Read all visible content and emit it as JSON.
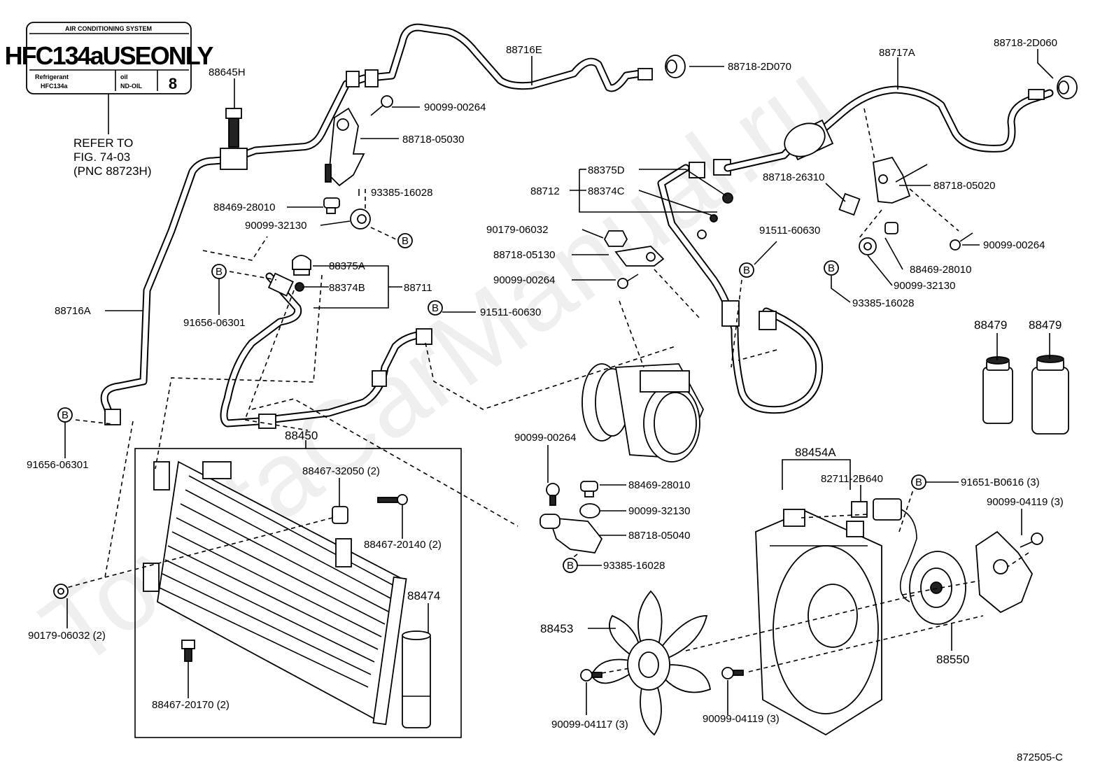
{
  "figure_code": "872505-C",
  "watermark": "ToyotaCarManual.ru",
  "label_card": {
    "header": "AIR CONDITIONING SYSTEM",
    "main": "HFC134aUSEONLY",
    "refrigerant_label": "Refrigerant",
    "refrigerant_value": "HFC134a",
    "oil_label": "oil",
    "oil_value": "ND-OIL",
    "oil_number": "8"
  },
  "refer_note": {
    "line1": "REFER TO",
    "line2": "FIG. 74-03",
    "line3": "(PNC 88723H)"
  },
  "callouts": {
    "p88645H": "88645H",
    "p88716E": "88716E",
    "p88718_2D070": "88718-2D070",
    "p88717A": "88717A",
    "p88718_2D060": "88718-2D060",
    "p90099_00264_a": "90099-00264",
    "p88718_05030": "88718-05030",
    "p88375D": "88375D",
    "p88712": "88712",
    "p88374C": "88374C",
    "p88718_26310": "88718-26310",
    "p88718_05020": "88718-05020",
    "p93385_16028_a": "93385-16028",
    "p88469_28010_a": "88469-28010",
    "p90099_32130_a": "90099-32130",
    "p90179_06032_a": "90179-06032",
    "p91511_60630_a": "91511-60630",
    "p90099_00264_b": "90099-00264",
    "p88718_05130": "88718-05130",
    "p88469_28010_b": "88469-28010",
    "p90099_32130_b": "90099-32130",
    "p93385_16028_b": "93385-16028",
    "p90099_00264_c": "90099-00264",
    "p88375A": "88375A",
    "p88374B": "88374B",
    "p88711": "88711",
    "p88716A": "88716A",
    "p91656_06301_a": "91656-06301",
    "p91511_60630_b": "91511-60630",
    "p88479_a": "88479",
    "p88479_b": "88479",
    "p91656_06301_b": "91656-06301",
    "p88450": "88450",
    "p88467_32050": "88467-32050 (2)",
    "p88467_20140": "88467-20140 (2)",
    "p88474": "88474",
    "p90179_06032_b": "90179-06032 (2)",
    "p88467_20170": "88467-20170 (2)",
    "p90099_00264_d": "90099-00264",
    "p88469_28010_c": "88469-28010",
    "p90099_32130_c": "90099-32130",
    "p88718_05040": "88718-05040",
    "p93385_16028_c": "93385-16028",
    "p88454A": "88454A",
    "p82711_2B640": "82711-2B640",
    "p91651_B0616": "91651-B0616 (3)",
    "p90099_04119_a": "90099-04119 (3)",
    "p88453": "88453",
    "p90099_04117": "90099-04117 (3)",
    "p90099_04119_b": "90099-04119 (3)",
    "p88550": "88550"
  },
  "marker_letter": "B"
}
